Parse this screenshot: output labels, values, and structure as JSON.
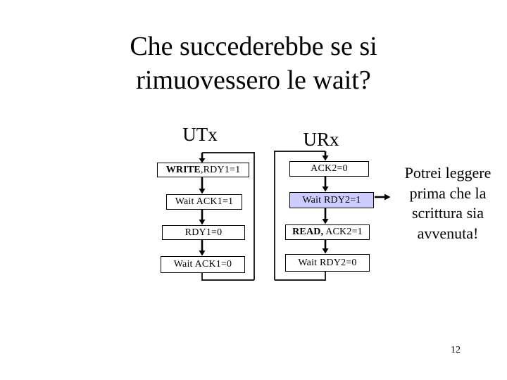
{
  "slide": {
    "title": {
      "lines": [
        "Che succederebbe se si",
        "rimuovessero le wait?"
      ]
    },
    "note": {
      "lines": [
        "Potrei leggere",
        "prima che la",
        "scrittura sia",
        "avvenuta!"
      ]
    },
    "page_number": "12",
    "colors": {
      "background": "#ffffff",
      "line": "#000000",
      "text": "#000000",
      "highlight_fill": "#ccccff"
    }
  },
  "utx": {
    "label": "UTx",
    "boxes": [
      {
        "bold": "WRITE",
        "rest": ",RDY1=1"
      },
      {
        "bold": "",
        "rest": "Wait ACK1=1"
      },
      {
        "bold": "",
        "rest": "RDY1=0"
      },
      {
        "bold": "",
        "rest": "Wait ACK1=0"
      }
    ]
  },
  "urx": {
    "label": "URx",
    "boxes": [
      {
        "bold": "",
        "rest": "ACK2=0"
      },
      {
        "bold": "",
        "rest": "Wait RDY2=1"
      },
      {
        "bold": "READ,",
        "rest": " ACK2=1"
      },
      {
        "bold": "",
        "rest": "Wait RDY2=0"
      }
    ]
  }
}
